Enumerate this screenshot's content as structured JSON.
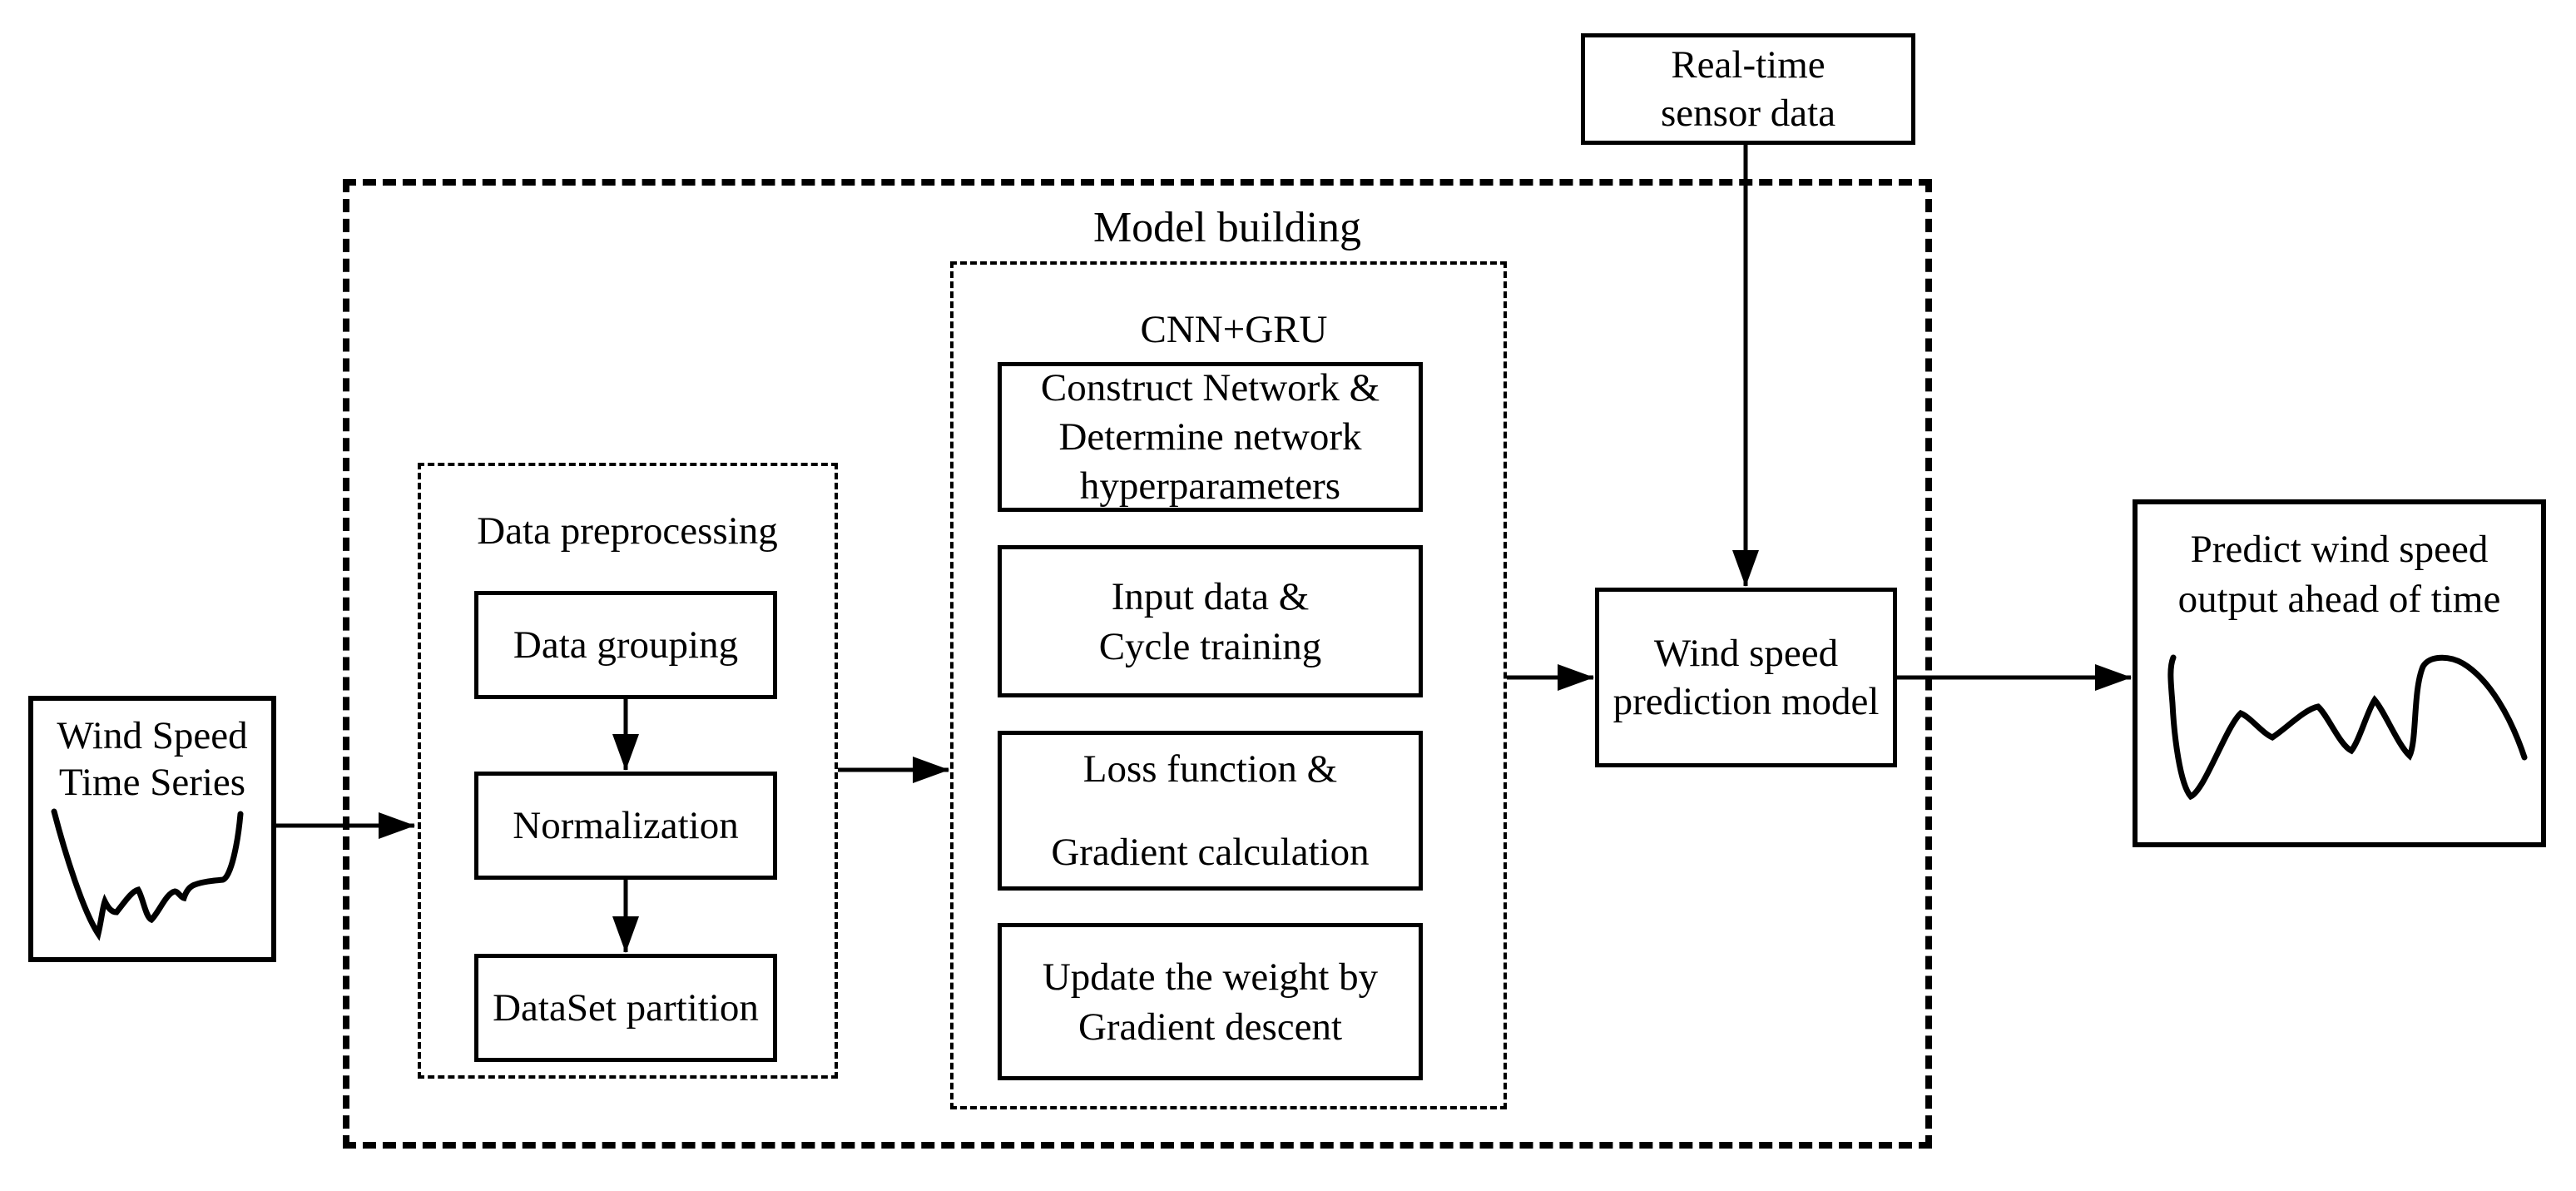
{
  "colors": {
    "ink": "#000000",
    "paper": "#ffffff"
  },
  "input_box": {
    "line1": "Wind Speed",
    "line2": "Time Series"
  },
  "preprocessing": {
    "title": "Data preprocessing",
    "grouping": "Data grouping",
    "normalization": "Normalization",
    "partition": "DataSet partition"
  },
  "model_building": {
    "title": "Model building",
    "network_label": "CNN+GRU",
    "construct_box": {
      "line1": "Construct Network &",
      "line2": "Determine network",
      "line3": "hyperparameters"
    },
    "input_cycle_box": {
      "line1": "Input data &",
      "line2": "Cycle training"
    },
    "loss_box": {
      "line1": "Loss function &",
      "line2": "Gradient calculation"
    },
    "update_box": {
      "line1": "Update the weight by",
      "line2": "Gradient descent"
    }
  },
  "sensor_box": {
    "line1": "Real-time",
    "line2": "sensor data"
  },
  "prediction_box": {
    "line1": "Wind speed",
    "line2": "prediction model"
  },
  "output_box": {
    "line1": "Predict wind speed",
    "line2": "output ahead of time"
  },
  "icons": {
    "input_curve": "wind-speed-time-series-curve-icon",
    "output_curve": "predicted-wind-speed-curve-icon"
  }
}
